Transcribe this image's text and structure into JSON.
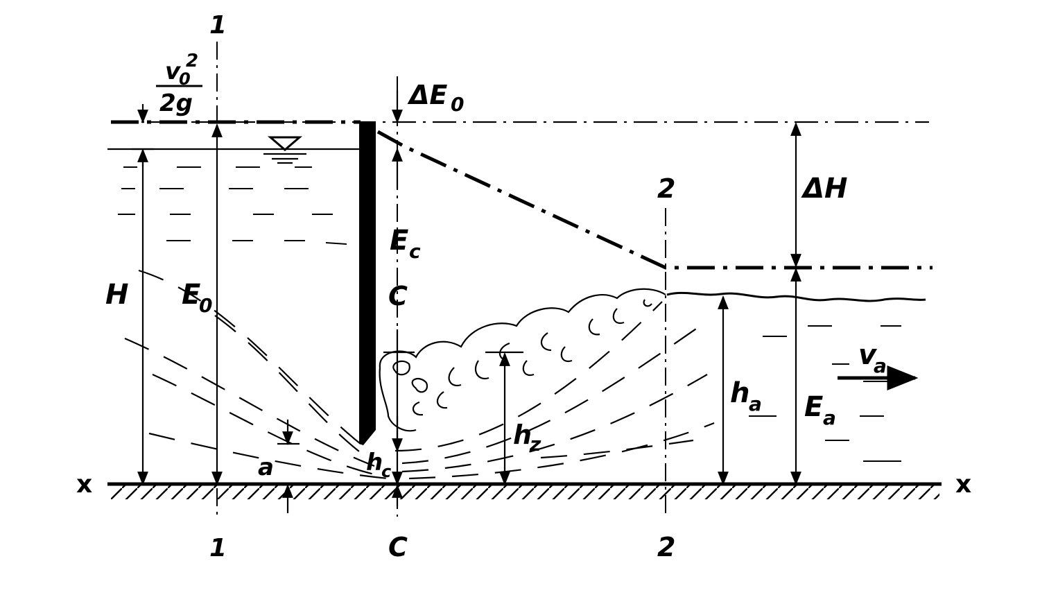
{
  "diagram": {
    "sections": {
      "s1_top": "1",
      "s1_bottom": "1",
      "sc_top": "C",
      "sc_bottom": "C",
      "s2_top": "2",
      "s2_bottom": "2"
    },
    "labels": {
      "velocity_head_num": "v",
      "velocity_head_sub": "0",
      "velocity_head_sup": "2",
      "velocity_head_den": "2g",
      "delta_e0": "ΔE",
      "delta_e0_sub": "0",
      "delta_h": "ΔH",
      "ec": "E",
      "ec_sub": "c",
      "h_upstream": "H",
      "e0": "E",
      "e0_sub": "0",
      "gate_opening": "a",
      "hc": "h",
      "hc_sub": "c",
      "hz": "h",
      "hz_sub": "z",
      "ha": "h",
      "ha_sub": "a",
      "ea": "E",
      "ea_sub": "a",
      "va": "v",
      "va_sub": "a",
      "axis_left": "x",
      "axis_right": "x"
    }
  }
}
